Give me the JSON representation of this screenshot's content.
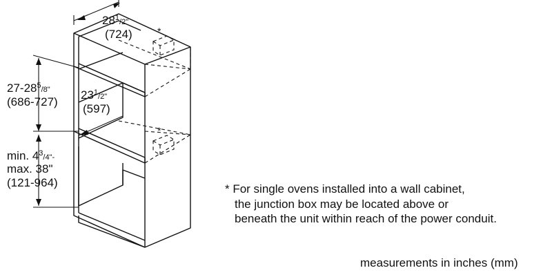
{
  "dimensions": {
    "top_width": {
      "main": "28",
      "sup": "1",
      "frac": "/2\"",
      "mm": "(724)"
    },
    "cutout_depth": {
      "main": "23",
      "sup": "1",
      "frac": "/2\"",
      "mm": "(597)"
    },
    "upper_height": {
      "main": "27-28",
      "sup": "5",
      "frac": "/8\"",
      "mm": "(686-727)"
    },
    "lower_height": {
      "prefix": "min. 4",
      "sup": "3",
      "frac": "/4\"-",
      "line2": "max. 38\"",
      "mm": "(121-964)"
    }
  },
  "markers": {
    "asterisk": "*"
  },
  "note": {
    "lines": [
      "* For single ovens installed into a wall cabinet,",
      "the junction box may be located above or",
      "beneath the unit within reach of the power conduit."
    ]
  },
  "footer": "measurements in inches (mm)",
  "colors": {
    "line": "#111111",
    "background": "#ffffff"
  }
}
